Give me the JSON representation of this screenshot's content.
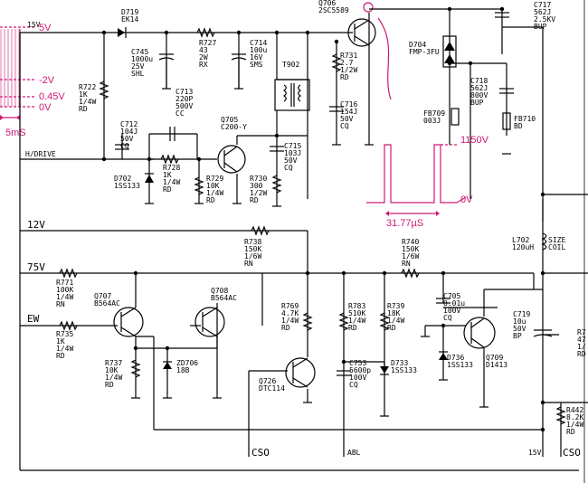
{
  "waveforms": {
    "left": {
      "v5": "5V",
      "vm2": "-2V",
      "v045": "0.45V",
      "v0": "0V",
      "period": "5mS"
    },
    "collector": {
      "peak": "1150V",
      "base": "0V",
      "period": "31.77µS"
    }
  },
  "nets": {
    "h_drive": "H/DRIVE",
    "v15_top": "15V",
    "v12": "12V",
    "v75": "75V",
    "ew": "EW",
    "cso1": "CSO",
    "abl": "ABL",
    "v15_bottom": "15V",
    "cso2": "CSO"
  },
  "parts": {
    "D719": [
      "D719",
      "EK14"
    ],
    "C745": [
      "C745",
      "1000u",
      "25V",
      "SHL"
    ],
    "R727": [
      "R727",
      "43",
      "2W",
      "RX"
    ],
    "C714": [
      "C714",
      "100u",
      "16V",
      "SMS"
    ],
    "T902": [
      "T902"
    ],
    "Q706": [
      "Q706",
      "2SC5589"
    ],
    "C717": [
      "C717",
      "562J",
      "2.5KV",
      "BUP"
    ],
    "D704": [
      "D704",
      "FMP-3FU"
    ],
    "R722": [
      "R722",
      "1K",
      "1/4W",
      "RD"
    ],
    "C713": [
      "C713",
      "220P",
      "500V",
      "CC"
    ],
    "R731": [
      "R731",
      "2.7",
      "1/2W",
      "RD"
    ],
    "C716": [
      "C716",
      "154J",
      "50V",
      "CQ"
    ],
    "C718": [
      "C718",
      "562J",
      "800V",
      "BUP"
    ],
    "FB709": [
      "FB709",
      "003J"
    ],
    "FB710": [
      "FB710",
      "BD"
    ],
    "C712": [
      "C712",
      "104J",
      "50V",
      "CQ"
    ],
    "Q705": [
      "Q705",
      "C200-Y"
    ],
    "C715": [
      "C715",
      "103J",
      "50V",
      "CQ"
    ],
    "D702": [
      "D702",
      "1SS133"
    ],
    "R728": [
      "R728",
      "1K",
      "1/4W",
      "RD"
    ],
    "R729": [
      "R729",
      "10K",
      "1/4W",
      "RD"
    ],
    "R730": [
      "R730",
      "300",
      "1/2W",
      "RD"
    ],
    "L702": [
      "L702",
      "120uH"
    ],
    "SIZECOIL": [
      "SIZE",
      "COIL"
    ],
    "R738": [
      "R738",
      "150K",
      "1/6W",
      "RN"
    ],
    "R740": [
      "R740",
      "150K",
      "1/6W",
      "RN"
    ],
    "R771": [
      "R771",
      "100K",
      "1/4W",
      "RN"
    ],
    "Q707": [
      "Q707",
      "B564AC"
    ],
    "Q708": [
      "Q708",
      "B564AC"
    ],
    "R769": [
      "R769",
      "4.7K",
      "1/4W",
      "RD"
    ],
    "R783": [
      "R783",
      "510K",
      "1/4W",
      "RD"
    ],
    "R739": [
      "R739",
      "18K",
      "1/4W",
      "RD"
    ],
    "C705": [
      "C705",
      "0.01u",
      "100V",
      "CQ"
    ],
    "R735": [
      "R735",
      "1K",
      "1/4W",
      "RD"
    ],
    "C719": [
      "C719",
      "10u",
      "50V",
      "BP"
    ],
    "R737": [
      "R737",
      "10K",
      "1/4W",
      "RD"
    ],
    "ZD706": [
      "ZD706",
      "18B"
    ],
    "C753": [
      "C753",
      "5600p",
      "100V",
      "CQ"
    ],
    "D733": [
      "D733",
      "1SS133"
    ],
    "D736": [
      "D736",
      "1SS133"
    ],
    "Q709": [
      "Q709",
      "D1413"
    ],
    "Q726": [
      "Q726",
      "DTC114"
    ],
    "R7x": [
      "R7",
      "47",
      "1/",
      "RD"
    ],
    "R442": [
      "R442",
      "8.2K",
      "1/4W",
      "RD"
    ]
  }
}
